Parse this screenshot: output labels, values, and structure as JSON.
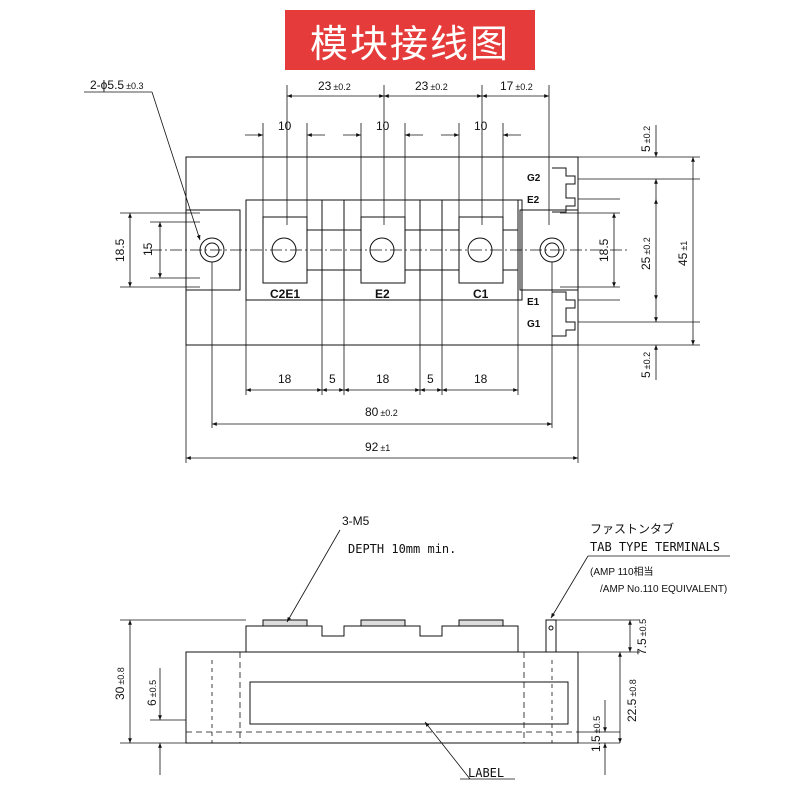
{
  "title": "模块接线图",
  "top_view": {
    "hole_spec": {
      "main": "2-ϕ5.5",
      "tol": "±0.3"
    },
    "pitch_top": [
      {
        "main": "23",
        "tol": "±0.2"
      },
      {
        "main": "23",
        "tol": "±0.2"
      },
      {
        "main": "17",
        "tol": "±0.2"
      }
    ],
    "terminal_width": [
      "10",
      "10",
      "10"
    ],
    "terminal_labels": [
      "C2E1",
      "E2",
      "C1"
    ],
    "pin_labels": [
      "G2",
      "E2",
      "E1",
      "G1"
    ],
    "bottom_dims": [
      "18",
      "5",
      "18",
      "5",
      "18"
    ],
    "length_80": {
      "main": "80",
      "tol": "±0.2"
    },
    "length_92": {
      "main": "92",
      "tol": "±1"
    },
    "left_dims": [
      "18.5",
      "15"
    ],
    "right_dims": {
      "d185": "18.5",
      "d25": {
        "main": "25",
        "tol": "±0.2"
      },
      "d45": {
        "main": "45",
        "tol": "±1"
      },
      "d5_top": {
        "main": "5",
        "tol": "±0.2"
      },
      "d5_bot": {
        "main": "5",
        "tol": "±0.2"
      }
    }
  },
  "side_view": {
    "screw_spec": "3-M5",
    "depth_note": "DEPTH 10mm min.",
    "tab_jp": "ファストンタブ",
    "tab_en": "TAB TYPE TERMINALS",
    "amp_line1": "(AMP 110相当",
    "amp_line2": "/AMP No.110 EQUIVALENT)",
    "label": "LABEL",
    "left_dims": {
      "d30": {
        "main": "30",
        "tol": "±0.8"
      },
      "d6": {
        "main": "6",
        "tol": "±0.5"
      }
    },
    "right_dims": {
      "d75": {
        "main": "7.5",
        "tol": "±0.5"
      },
      "d225": {
        "main": "22.5",
        "tol": "±0.8"
      },
      "d15": {
        "main": "1.5",
        "tol": "±0.5"
      }
    }
  }
}
